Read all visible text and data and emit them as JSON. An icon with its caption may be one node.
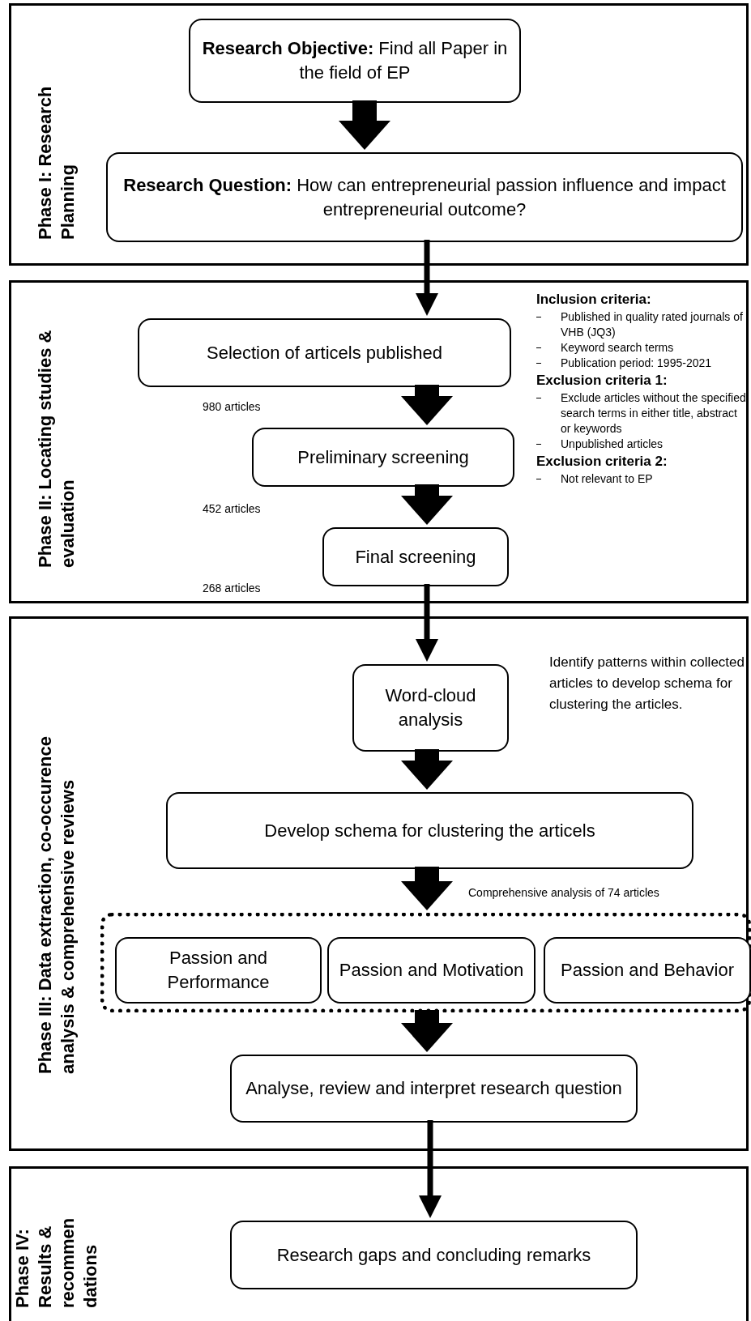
{
  "diagram": {
    "nodes": [
      {
        "text": [
          "Phase I: Research Planning"
        ]
      },
      {
        "text": [
          "**Research Objective:** Find all Paper in the field of EP"
        ],
        "in": 0
      },
      {
        "text": [
          "**Research Question:** How can entrepreneurial passion influence and impact entrepreneurial outcome?"
        ],
        "in": 0
      },
      {
        "text": [
          "Phase II: Locating studies & evaluation"
        ]
      },
      {
        "text": [
          "Selection of articels published"
        ],
        "in": 3,
        "beside": [
          "980 articles"
        ]
      },
      {
        "text": [
          "Preliminary screening"
        ],
        "in": 3,
        "beside": [
          "452 articles"
        ]
      },
      {
        "text": [
          "Final screening"
        ],
        "in": 3
      },
      {
        "text": [
          "Phase III: Data extraction, co-occurence analysis & comprehensive reviews"
        ]
      },
      {
        "text": [
          "Word-cloud analysis"
        ],
        "in": 7,
        "beside": [
          "Identify patterns within collected articles to develop schema for clustering the articles."
        ]
      },
      {
        "text": [
          "Develop schema for clustering the articels"
        ],
        "in": 7
      },
      {
        "text": [],
        "shape": "box",
        "in": 7,
        "beside": [
          "Comprehensive analysis of 74 articles"
        ]
      },
      {
        "text": [
          "Passion and Performance"
        ],
        "in": 10
      },
      {
        "text": [
          "Passion and Motivation"
        ],
        "in": 10
      },
      {
        "text": [
          "Passion and Behavior"
        ],
        "in": 10
      },
      {
        "text": [
          "Analyse, review and interpret research question"
        ],
        "in": 7
      },
      {
        "text": [
          "Phase IV: Results & recommen dations"
        ]
      },
      {
        "text": [
          "Research gaps and concluding remarks"
        ],
        "in": 15
      }
    ],
    "edges": [
      {
        "from": 1,
        "to": 2,
        "arrow": "to"
      },
      {
        "from": 2,
        "to": 4,
        "arrow": "to"
      },
      {
        "from": 4,
        "to": 5,
        "arrow": "to"
      },
      {
        "from": 5,
        "to": 6,
        "arrow": "to"
      },
      {
        "from": 6,
        "to": 8,
        "arrow": "to"
      },
      {
        "from": 8,
        "to": 9,
        "arrow": "to"
      },
      {
        "from": 9,
        "to": 10,
        "arrow": "to"
      },
      {
        "from": 10,
        "to": 14,
        "arrow": "to"
      },
      {
        "from": 14,
        "to": 16,
        "arrow": "to"
      }
    ],
    "labels": [
      "Inclusion criteria:",
      "Published in quality rated journals of VHB (JQ3)",
      "Keyword search terms",
      "Publication period: 1995-2021",
      "Exclusion criteria 1:",
      "Exclude articles without the specified search terms in either title, abstract or keywords",
      "Unpublished articles",
      "Exclusion criteria 2:",
      "Not relevant to EP",
      "268 articles"
    ]
  }
}
